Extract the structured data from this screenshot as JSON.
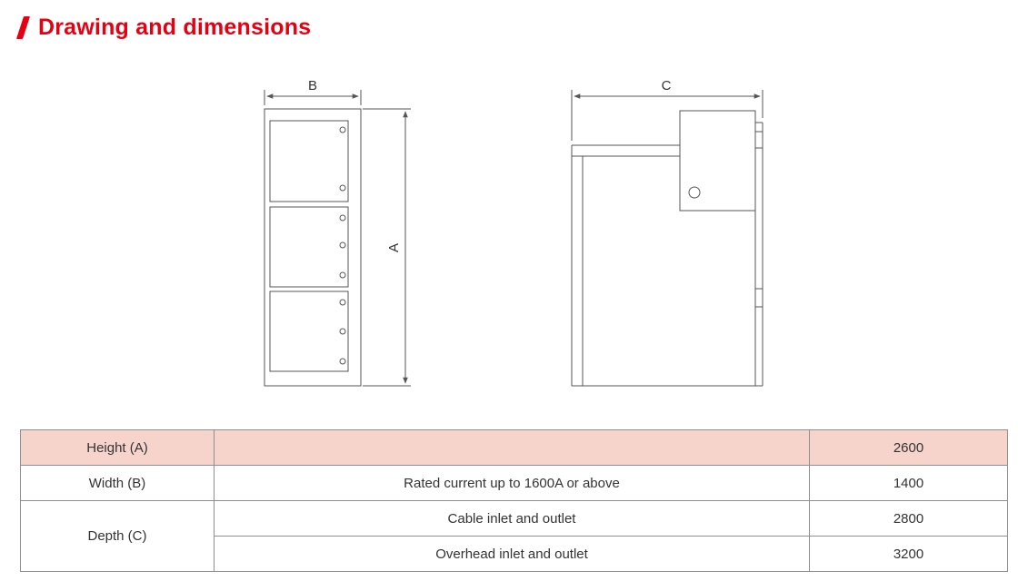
{
  "page": {
    "title": "Drawing and dimensions"
  },
  "drawing": {
    "front_view": {
      "width_label": "B",
      "height_label": "A"
    },
    "side_view": {
      "depth_label": "C"
    }
  },
  "table": {
    "rows": {
      "height": {
        "label": "Height (A)",
        "spec": "",
        "value": "2600"
      },
      "width": {
        "label": "Width (B)",
        "spec": "Rated current up to 1600A or above",
        "value": "1400"
      },
      "depth": {
        "label": "Depth (C)"
      },
      "depth_cable": {
        "spec": "Cable inlet and outlet",
        "value": "2800"
      },
      "depth_overhead": {
        "spec": "Overhead inlet and outlet",
        "value": "3200"
      }
    }
  },
  "colors": {
    "accent": "#e60012",
    "highlight_row": "#f6d4cc",
    "line": "#555555"
  }
}
